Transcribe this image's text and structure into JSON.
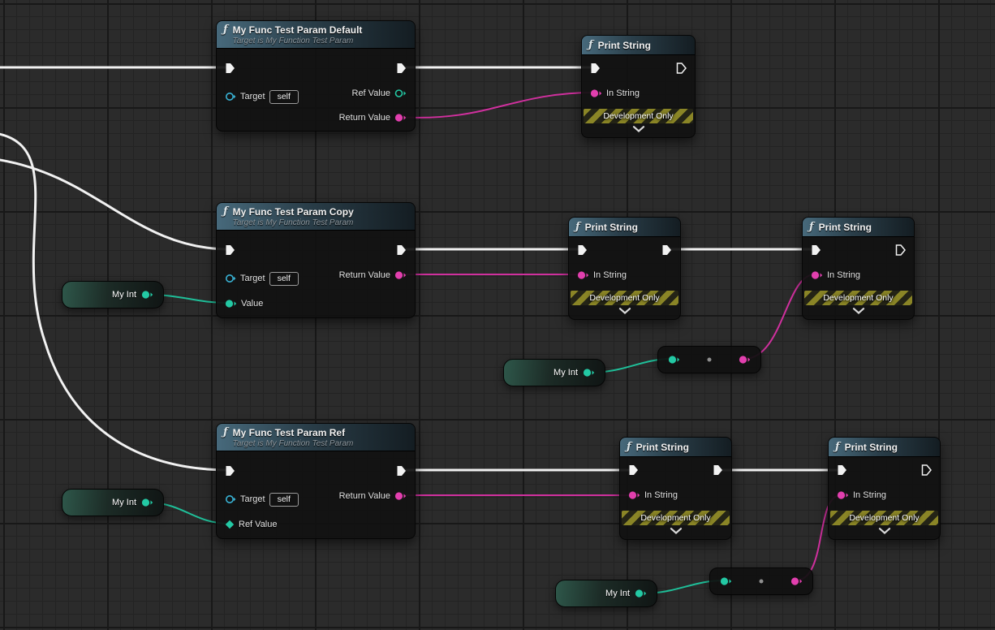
{
  "icons": {
    "function": "ƒ"
  },
  "colors": {
    "exec_wire": "#f2f2f2",
    "magenta": "#e23fae",
    "teal": "#23c9a4",
    "object_blue": "#39b3d6",
    "dev_stripe": "#8a8526",
    "grid_base": "#2b2b2b"
  },
  "nodes": {
    "func_default": {
      "title": "My Func Test Param Default",
      "subtitle": "Target is My Function Test Param",
      "target_label": "Target",
      "target_value": "self",
      "ref_value_label": "Ref Value",
      "return_value_label": "Return Value"
    },
    "func_copy": {
      "title": "My Func Test Param Copy",
      "subtitle": "Target is My Function Test Param",
      "target_label": "Target",
      "target_value": "self",
      "value_label": "Value",
      "return_value_label": "Return Value"
    },
    "func_ref": {
      "title": "My Func Test Param Ref",
      "subtitle": "Target is My Function Test Param",
      "target_label": "Target",
      "target_value": "self",
      "ref_value_label": "Ref Value",
      "return_value_label": "Return Value"
    },
    "print_string": {
      "title": "Print String",
      "in_string_label": "In String",
      "dev_only_label": "Development Only"
    },
    "my_int": {
      "label": "My Int"
    }
  }
}
